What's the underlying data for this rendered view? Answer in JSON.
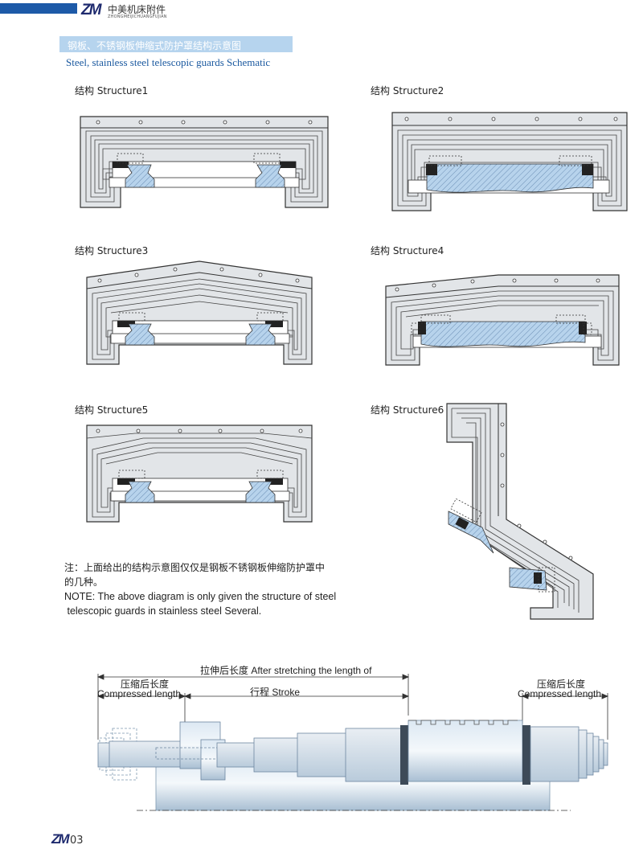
{
  "header": {
    "logo": "ZM",
    "company_cn": "中美机床附件",
    "company_en": "ZHONGMEIJICHUANGFUJIAN"
  },
  "title": {
    "cn": "钢板、不锈钢板伸缩式防护罩结构示意图",
    "en": "Steel, stainless steel telescopic guards Schematic"
  },
  "structures": [
    {
      "label": "结构  Structure1"
    },
    {
      "label": "结构  Structure2"
    },
    {
      "label": "结构  Structure3"
    },
    {
      "label": "结构  Structure4"
    },
    {
      "label": "结构  Structure5"
    },
    {
      "label": "结构  Structure6"
    }
  ],
  "note": {
    "cn_line1": "注：上面给出的结构示意图仅仅是钢板不锈钢板伸缩防护罩中",
    "cn_line2": "的几种。",
    "en_line1": "NOTE: The above diagram is only given the structure of steel",
    "en_line2": " telescopic guards in stainless steel Several."
  },
  "dimensions": {
    "total": "拉伸后长度  After stretching the length of",
    "compressed_left_cn": "压缩后长度",
    "compressed_left_en": "Compressed length",
    "stroke": "行程 Stroke",
    "compressed_right_cn": "压缩后长度",
    "compressed_right_en": "Compressed length"
  },
  "footer": {
    "logo": "ZM",
    "page": "03"
  },
  "colors": {
    "brand_blue": "#1d5aa8",
    "title_bar": "#b6d4ee",
    "guard_fill": "#dfe2e6",
    "guard_line": "#3a3a3a",
    "rail_hatch": "#9ec3e4"
  }
}
